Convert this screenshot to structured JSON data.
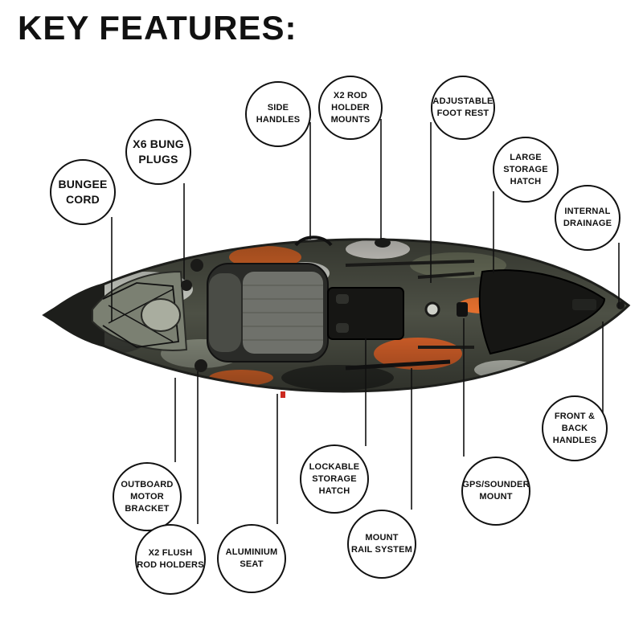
{
  "title": "KEY FEATURES:",
  "features": [
    {
      "id": "side-handles",
      "label": "SIDE\nHANDLES"
    },
    {
      "id": "rod-holder-mounts",
      "label": "X2 ROD\nHOLDER\nMOUNTS"
    },
    {
      "id": "adjustable-foot-rest",
      "label": "ADJUSTABLE\nFOOT REST"
    },
    {
      "id": "bung-plugs",
      "label": "X6 BUNG\nPLUGS"
    },
    {
      "id": "large-storage-hatch",
      "label": "LARGE\nSTORAGE\nHATCH"
    },
    {
      "id": "bungee-cord",
      "label": "BUNGEE\nCORD"
    },
    {
      "id": "internal-drainage",
      "label": "INTERNAL\nDRAINAGE"
    },
    {
      "id": "front-back-handles",
      "label": "FRONT &\nBACK\nHANDLES"
    },
    {
      "id": "lockable-storage-hatch",
      "label": "LOCKABLE\nSTORAGE\nHATCH"
    },
    {
      "id": "outboard-motor-bracket",
      "label": "OUTBOARD\nMOTOR\nBRACKET"
    },
    {
      "id": "gps-sounder-mount",
      "label": "GPS/SOUNDER\nMOUNT"
    },
    {
      "id": "mount-rail-system",
      "label": "MOUNT\nRAIL SYSTEM"
    },
    {
      "id": "flush-rod-holders",
      "label": "X2 FLUSH\nROD HOLDERS"
    },
    {
      "id": "aluminium-seat",
      "label": "ALUMINIUM\nSEAT"
    }
  ]
}
